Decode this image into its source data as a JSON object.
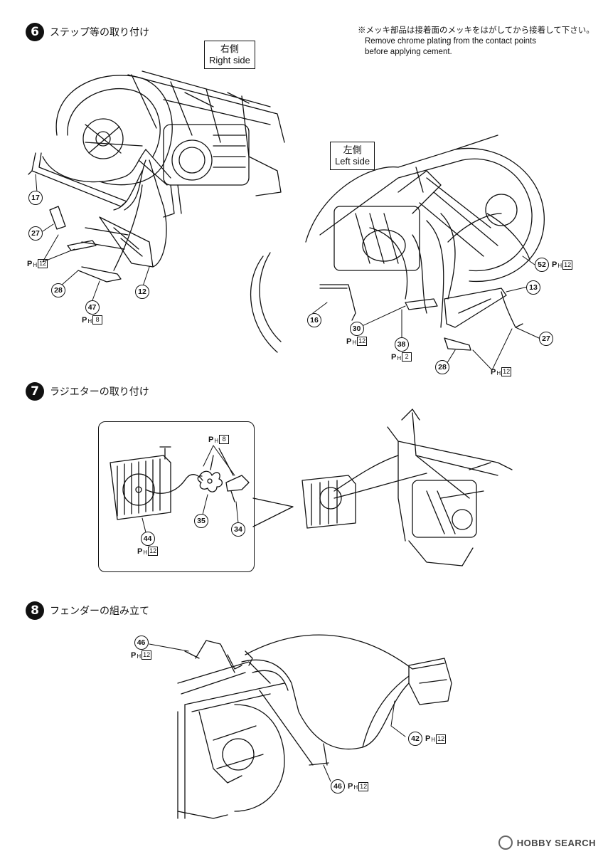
{
  "steps": [
    {
      "num": "6",
      "title": "ステップ等の取り付け"
    },
    {
      "num": "7",
      "title": "ラジエターの取り付け"
    },
    {
      "num": "8",
      "title": "フェンダーの組み立て"
    }
  ],
  "note": {
    "ja": "※メッキ部品は接着面のメッキをはがしてから接着して下さい。",
    "en1": "Remove chrome plating from the contact points",
    "en2": "before applying cement."
  },
  "right_side": {
    "ja": "右側",
    "en": "Right side"
  },
  "left_side": {
    "ja": "左側",
    "en": "Left side"
  },
  "ph_prefix": {
    "p": "P",
    "h": "H"
  },
  "parts": {
    "p17": "17",
    "p27a": "27",
    "p27a_ph": "12",
    "p28a": "28",
    "p47": "47",
    "p47_ph": "8",
    "p12": "12",
    "p16": "16",
    "p30": "30",
    "p30_ph": "12",
    "p38": "38",
    "p38_ph": "2",
    "p52": "52",
    "p52_ph": "12",
    "p13": "13",
    "p27b": "27",
    "p28b": "28",
    "p28b_ph": "12",
    "p44": "44",
    "p44_ph": "12",
    "p35": "35",
    "p34": "34",
    "p3435_ph": "8",
    "p46a": "46",
    "p46a_ph": "12",
    "p42": "42",
    "p42_ph": "12",
    "p46b": "46",
    "p46b_ph": "12"
  },
  "watermark": "HOBBY SEARCH"
}
